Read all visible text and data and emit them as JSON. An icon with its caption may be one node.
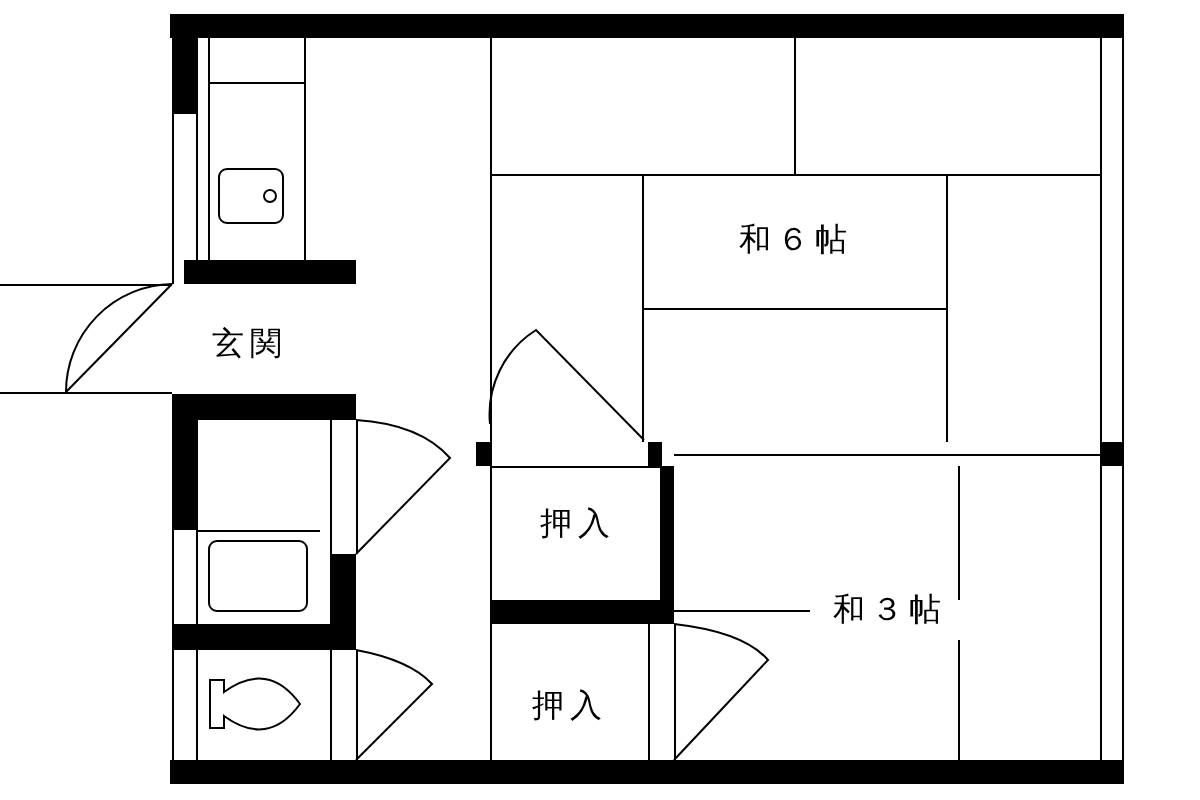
{
  "diagram": {
    "labels": [
      "和６帖",
      "玄関",
      "押入",
      "和３帖",
      "押入"
    ]
  }
}
